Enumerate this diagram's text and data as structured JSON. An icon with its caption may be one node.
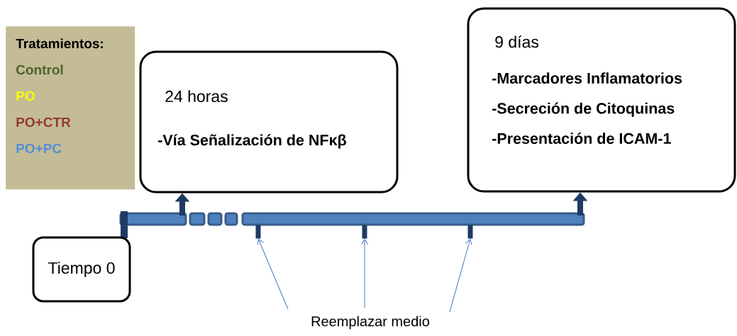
{
  "diagram": {
    "nodes": [
      {
        "text": [
          "Tratamientos:",
          "Control",
          "PO",
          "PO+CTR",
          "PO+PC"
        ]
      },
      {
        "text": [
          "24 horas",
          "-Vía Señalización de NFκβ"
        ]
      },
      {
        "text": [
          "9 días",
          "-Marcadores Inflamatorios",
          "-Secreción de Citoquinas",
          "-Presentación de ICAM-1"
        ]
      },
      {
        "text": [
          "Tiempo 0"
        ]
      },
      {
        "text": [
          "Reemplazar medio"
        ]
      },
      {
        "text": [],
        "shape": "bar"
      },
      {
        "text": [],
        "shape": "bar"
      },
      {
        "text": [],
        "shape": "bar"
      }
    ],
    "edges": [
      {
        "from": null,
        "to": 1,
        "arrow": "to",
        "style": "thick",
        "color": "#1f3b63"
      },
      {
        "from": null,
        "to": 2,
        "arrow": "to",
        "style": "thick",
        "color": "#1f3b63"
      },
      {
        "from": 4,
        "to": 5,
        "arrow": "to"
      },
      {
        "from": 4,
        "to": 6,
        "arrow": "to"
      },
      {
        "from": 4,
        "to": 7,
        "arrow": "to"
      }
    ]
  }
}
